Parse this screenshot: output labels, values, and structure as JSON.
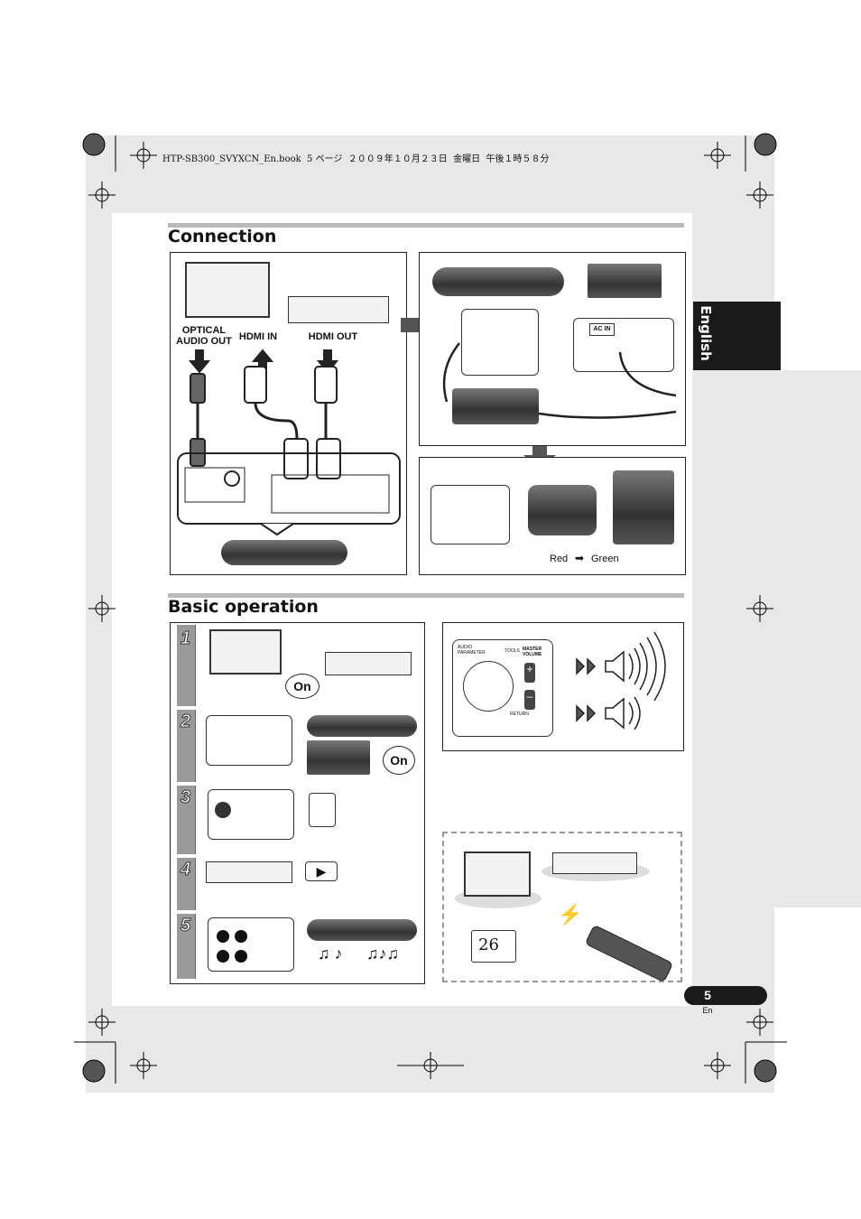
{
  "print_header": "HTP-SB300_SVYXCN_En.book  5 ページ  ２００９年１０月２３日  金曜日  午後１時５８分",
  "language_tab": "English",
  "sections": {
    "connection": "Connection",
    "basic_operation": "Basic operation"
  },
  "connection_labels": {
    "optical": "OPTICAL\nAUDIO OUT",
    "hdmi_in": "HDMI IN",
    "hdmi_out": "HDMI OUT",
    "ac_in": "AC IN",
    "red": "Red",
    "green": "Green"
  },
  "steps": [
    "1",
    "2",
    "3",
    "4",
    "5"
  ],
  "on_label": "On",
  "reference_page": "26",
  "page_number": "5",
  "page_lang": "En",
  "remote_labels": {
    "master_volume": "MASTER\nVOLUME",
    "tools": "TOOLS",
    "return": "RETURN",
    "audio_parameter": "AUDIO\nPARAMETER"
  },
  "colors": {
    "tab": "#1a1a1a",
    "rule": "#b9b9b9",
    "panel": "#e8e8e8"
  }
}
